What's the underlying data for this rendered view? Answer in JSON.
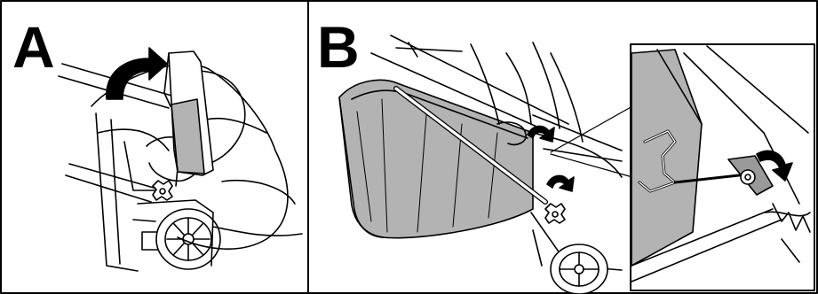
{
  "panels": [
    {
      "label": "A"
    },
    {
      "label": "B"
    }
  ],
  "colors": {
    "stroke": "#000000",
    "background": "#ffffff",
    "shade": "#b3b3b3",
    "shade_dark": "#9a9a9a"
  },
  "icons": {
    "panel_a": [
      "rotate-arrow-icon",
      "lawnmower-illustration",
      "rear-flap-illustration",
      "knob-icon"
    ],
    "panel_b": [
      "grass-bag-illustration",
      "rotate-arrow-icon",
      "zoom-inset-illustration"
    ]
  }
}
